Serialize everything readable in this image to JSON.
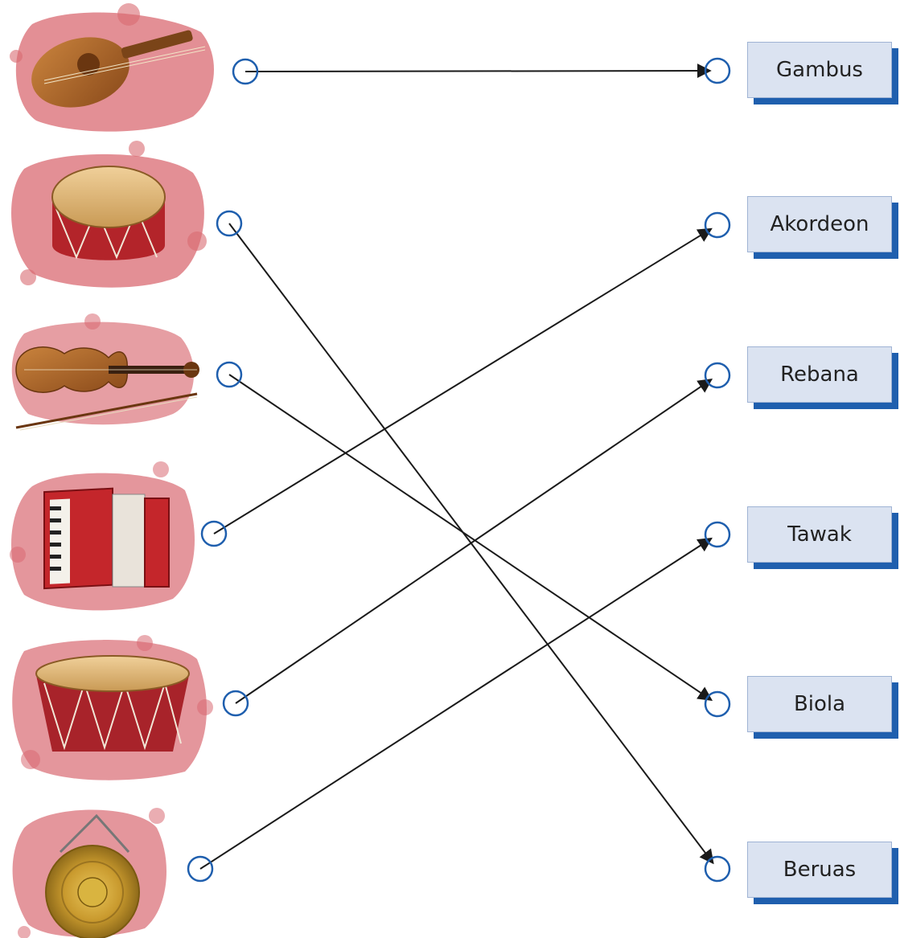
{
  "instruments": [
    {
      "name": "oud-icon"
    },
    {
      "name": "rebana-drum-icon"
    },
    {
      "name": "violin-icon"
    },
    {
      "name": "accordion-icon"
    },
    {
      "name": "beruas-drum-icon"
    },
    {
      "name": "gong-icon"
    }
  ],
  "labels": [
    "Gambus",
    "Akordeon",
    "Rebana",
    "Tawak",
    "Biola",
    "Beruas"
  ],
  "matches": [
    {
      "from": 0,
      "to": 0
    },
    {
      "from": 1,
      "to": 5
    },
    {
      "from": 2,
      "to": 4
    },
    {
      "from": 3,
      "to": 1
    },
    {
      "from": 4,
      "to": 2
    },
    {
      "from": 5,
      "to": 3
    }
  ],
  "colors": {
    "connector": "#1f5fae",
    "label_fill": "#dbe3f1",
    "label_shadow": "#1f5fae",
    "line": "#1a1a1a",
    "blob": "#d96a72"
  }
}
